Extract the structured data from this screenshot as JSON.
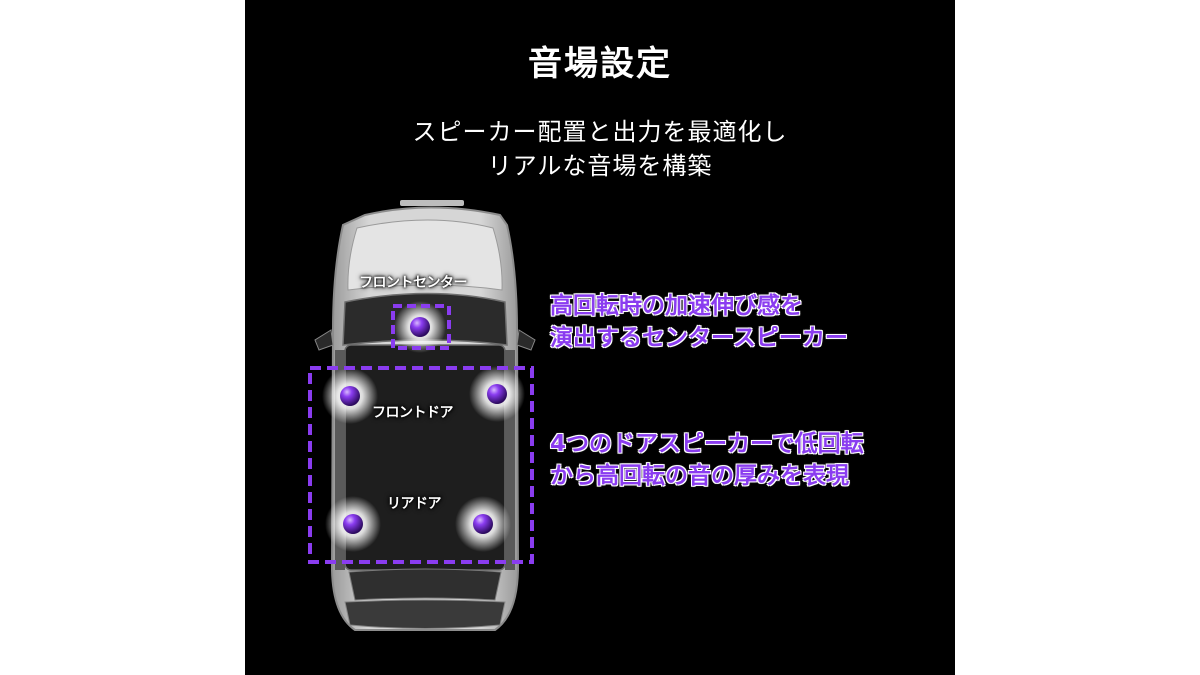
{
  "title": "音場設定",
  "subtitle": {
    "line1": "スピーカー配置と出力を最適化し",
    "line2": "リアルな音場を構築"
  },
  "labels": {
    "front_center": "フロントセンター",
    "front_door": "フロントドア",
    "rear_door": "リアドア"
  },
  "callouts": {
    "center": {
      "line1": "高回転時の加速伸び感を",
      "line2": "演出するセンタースピーカー"
    },
    "doors": {
      "line1": "4つのドアスピーカーで低回転",
      "line2": "から高回転の音の厚みを表現"
    }
  },
  "colors": {
    "accent": "#8a3cf0",
    "background": "#000000",
    "car_body": "#c9c9c9"
  }
}
